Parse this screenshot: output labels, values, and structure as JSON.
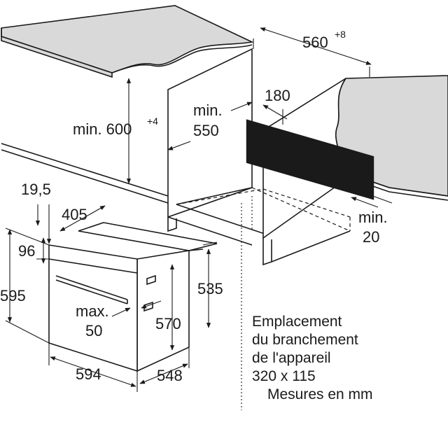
{
  "dimensions": {
    "niche_width": "560",
    "niche_width_tol": "+8",
    "niche_height": "min. 600",
    "niche_height_tol": "+4",
    "niche_depth_label": "min.",
    "niche_depth_value": "550",
    "vent_gap": "180",
    "rear_gap_label": "min.",
    "rear_gap_value": "20",
    "oven_top_trim": "19,5",
    "oven_door_depth": "405",
    "oven_panel_height": "96",
    "oven_front_height": "595",
    "oven_handle_label": "max.",
    "oven_handle_value": "50",
    "oven_body_height": "535",
    "oven_body_height_inner": "570",
    "oven_front_width": "594",
    "oven_depth": "548"
  },
  "notes": {
    "connection_line1": "Emplacement",
    "connection_line2": "du branchement",
    "connection_line3": "de l'appareil",
    "connection_line4": "320 x 115",
    "units": "Mesures en mm"
  },
  "colors": {
    "line": "#1a1a1a",
    "worktop": "#d9d9d9",
    "hatch": "#1a1a1a"
  }
}
